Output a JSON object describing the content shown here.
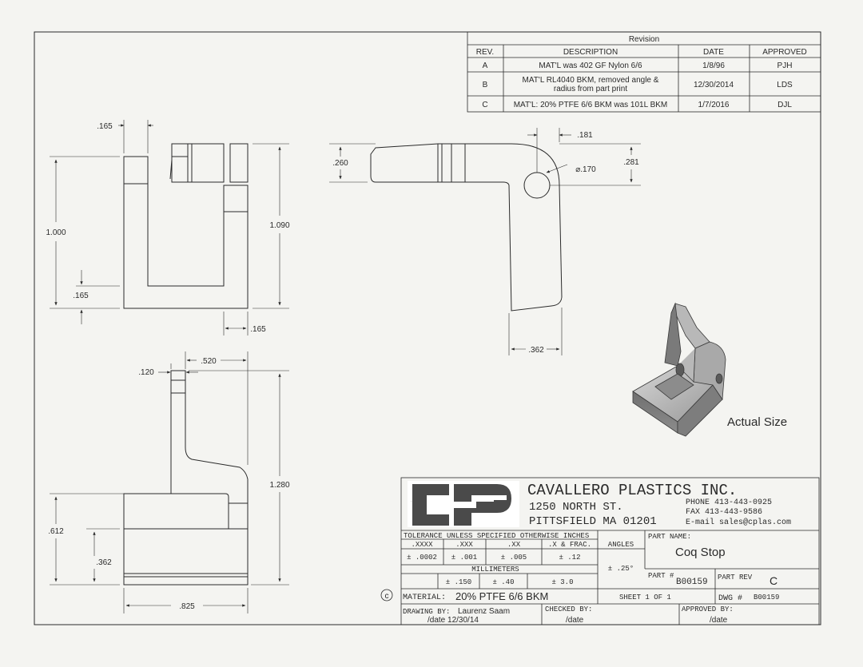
{
  "revision": {
    "title": "Revision",
    "headers": [
      "REV.",
      "DESCRIPTION",
      "DATE",
      "APPROVED"
    ],
    "rows": [
      {
        "rev": "A",
        "desc1": "MAT'L was 402 GF Nylon 6/6",
        "desc2": "",
        "date": "1/8/96",
        "approved": "PJH"
      },
      {
        "rev": "B",
        "desc1": "MAT'L RL4040 BKM, removed angle &",
        "desc2": "radius from part print",
        "date": "12/30/2014",
        "approved": "LDS"
      },
      {
        "rev": "C",
        "desc1": "MAT'L: 20% PTFE 6/6 BKM was 101L BKM",
        "desc2": "",
        "date": "1/7/2016",
        "approved": "DJL"
      }
    ]
  },
  "dims": {
    "top_165": ".165",
    "left_1000": "1.000",
    "left_165": ".165",
    "right_1090": "1.090",
    "bottom_165": ".165",
    "side_260": ".260",
    "side_181": ".181",
    "side_dia": "⌀.170",
    "side_281": ".281",
    "side_362": ".362",
    "bot_120": ".120",
    "bot_520": ".520",
    "bot_1280": "1.280",
    "bot_612": ".612",
    "bot_362": ".362",
    "bot_825": ".825"
  },
  "iso_caption": "Actual Size",
  "title_block": {
    "logo_text": "CP",
    "company": "CAVALLERO PLASTICS INC.",
    "address1": "1250 NORTH ST.",
    "address2": "PITTSFIELD MA 01201",
    "phone": "PHONE 413-443-0925",
    "fax": "FAX   413-443-9586",
    "email": "E-mail sales@cplas.com",
    "tolerance_title": "TOLERANCE UNLESS SPECIFIED OTHERWISE INCHES",
    "tol_headers": [
      ".XXXX",
      ".XXX",
      ".XX",
      ".X & FRAC."
    ],
    "tol_values": [
      "± .0002",
      "± .001",
      "± .005",
      "± .12"
    ],
    "angles_label": "ANGLES",
    "angles_value": "± .25°",
    "mm_label": "MILLIMETERS",
    "mm_values": [
      "± .150",
      "± .40",
      "± 3.0"
    ],
    "part_name_label": "PART NAME:",
    "part_name": "Coq Stop",
    "part_no_label": "PART #",
    "part_no": "B00159",
    "part_rev_label": "PART REV",
    "part_rev": "C",
    "copyright_symbol": "c",
    "material_label": "MATERIAL:",
    "material": "20% PTFE 6/6 BKM",
    "sheet": "SHEET 1 OF 1",
    "dwg_label": "DWG #",
    "dwg": "B00159",
    "drawing_by_label": "DRAWING BY:",
    "drawing_by": "Laurenz Saam",
    "drawing_date": "/date 12/30/14",
    "checked_by_label": "CHECKED BY:",
    "checked_date": "/date",
    "approved_by_label": "APPROVED BY:",
    "approved_date": "/date"
  }
}
